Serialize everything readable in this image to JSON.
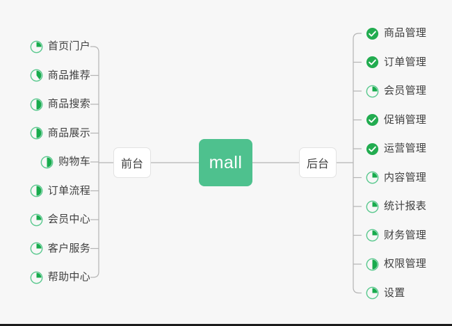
{
  "diagram": {
    "title": "mall",
    "background_color": "#f7f7f7",
    "accent_color": "#4ec18e",
    "check_color": "#22ac50",
    "ring_color": "#5bc98f",
    "line_color": "#b4b4b4",
    "text_color": "#3f3f3f"
  },
  "center": {
    "label": "mall"
  },
  "branches": [
    {
      "id": "front",
      "label": "前台",
      "side": "left",
      "leaves": [
        {
          "label": "首页门户",
          "icon": "pie-progress-icon",
          "progress": 25,
          "state": "partial"
        },
        {
          "label": "商品推荐",
          "icon": "pie-progress-icon",
          "progress": 40,
          "state": "partial"
        },
        {
          "label": "商品搜索",
          "icon": "pie-progress-icon",
          "progress": 50,
          "state": "partial"
        },
        {
          "label": "商品展示",
          "icon": "pie-progress-icon",
          "progress": 50,
          "state": "partial"
        },
        {
          "label": "购物车",
          "icon": "pie-progress-icon",
          "progress": 50,
          "state": "partial"
        },
        {
          "label": "订单流程",
          "icon": "pie-progress-icon",
          "progress": 50,
          "state": "partial"
        },
        {
          "label": "会员中心",
          "icon": "pie-progress-icon",
          "progress": 25,
          "state": "partial"
        },
        {
          "label": "客户服务",
          "icon": "pie-progress-icon",
          "progress": 25,
          "state": "partial"
        },
        {
          "label": "帮助中心",
          "icon": "pie-progress-icon",
          "progress": 25,
          "state": "partial"
        }
      ]
    },
    {
      "id": "back",
      "label": "后台",
      "side": "right",
      "leaves": [
        {
          "label": "商品管理",
          "icon": "check-circle-icon",
          "progress": 100,
          "state": "done"
        },
        {
          "label": "订单管理",
          "icon": "check-circle-icon",
          "progress": 100,
          "state": "done"
        },
        {
          "label": "会员管理",
          "icon": "pie-progress-icon",
          "progress": 25,
          "state": "partial"
        },
        {
          "label": "促销管理",
          "icon": "check-circle-icon",
          "progress": 100,
          "state": "done"
        },
        {
          "label": "运营管理",
          "icon": "check-circle-icon",
          "progress": 100,
          "state": "done"
        },
        {
          "label": "内容管理",
          "icon": "pie-progress-icon",
          "progress": 25,
          "state": "partial"
        },
        {
          "label": "统计报表",
          "icon": "pie-progress-icon",
          "progress": 25,
          "state": "partial"
        },
        {
          "label": "财务管理",
          "icon": "pie-progress-icon",
          "progress": 25,
          "state": "partial"
        },
        {
          "label": "权限管理",
          "icon": "pie-progress-icon",
          "progress": 50,
          "state": "partial"
        },
        {
          "label": "设置",
          "icon": "pie-progress-icon",
          "progress": 25,
          "state": "partial"
        }
      ]
    }
  ]
}
